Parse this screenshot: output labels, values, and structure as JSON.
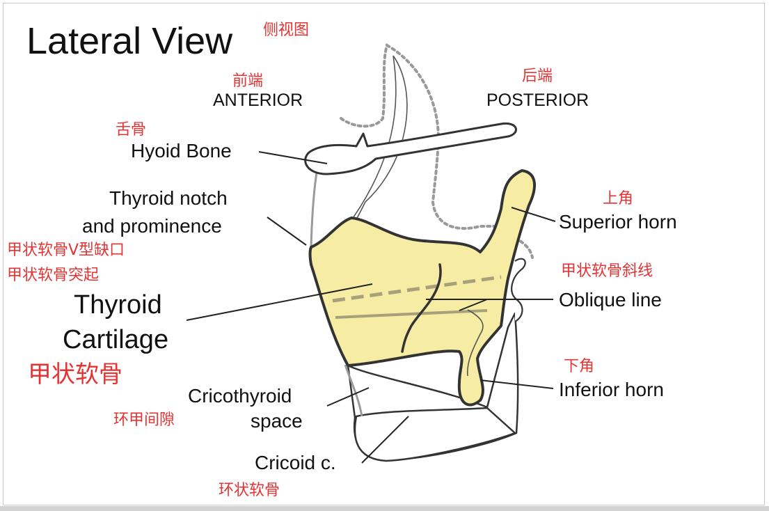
{
  "title": "Lateral View",
  "title_cn": "侧视图",
  "orientation": {
    "anterior": "ANTERIOR",
    "anterior_cn": "前端",
    "posterior": "POSTERIOR",
    "posterior_cn": "后端"
  },
  "labels": {
    "hyoid": "Hyoid Bone",
    "hyoid_cn": "舌骨",
    "notch_line1": "Thyroid notch",
    "notch_line2": "and prominence",
    "notch_cn1": "甲状软骨V型缺口",
    "notch_cn2": "甲状软骨突起",
    "thyroid_line1": "Thyroid",
    "thyroid_line2": "Cartilage",
    "thyroid_cn": "甲状软骨",
    "cricothyroid_line1": "Cricothyroid",
    "cricothyroid_line2": "space",
    "cricothyroid_cn": "环甲间隙",
    "cricoid": "Cricoid c.",
    "cricoid_cn": "环状软骨",
    "superior_horn": "Superior horn",
    "superior_horn_cn": "上角",
    "oblique_line": "Oblique line",
    "oblique_line_cn": "甲状软骨斜线",
    "inferior_horn": "Inferior horn",
    "inferior_horn_cn": "下角"
  },
  "colors": {
    "cartilage_fill": "#f7eca4",
    "outline": "#333333",
    "annotation_cn": "#e53333",
    "membrane_dotted": "#999999",
    "oblique_dashed": "#a7a17b"
  }
}
